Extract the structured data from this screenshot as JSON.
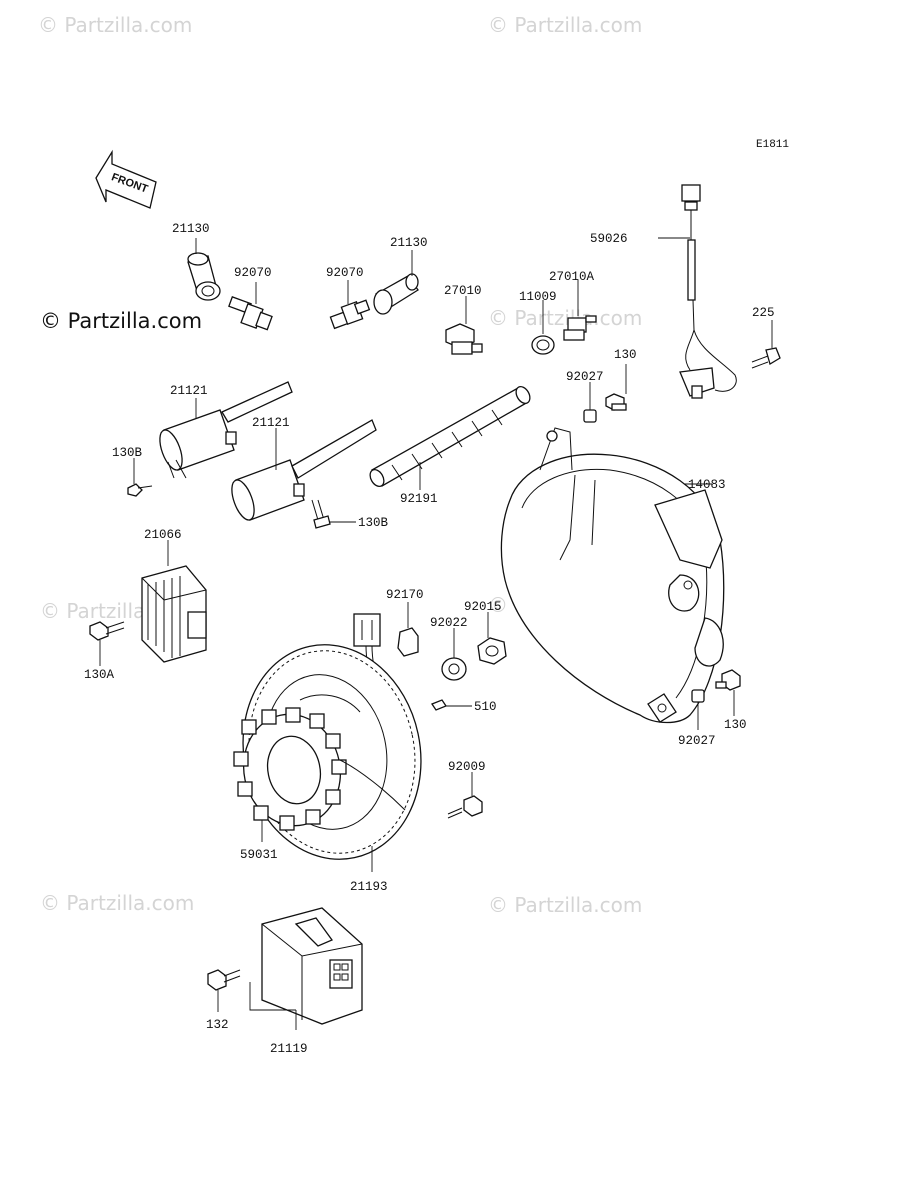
{
  "diagram_code": "E1811",
  "front_label": "FRONT",
  "watermark_text": "© Partzilla.com",
  "watermark_main_text": "© Partzilla.com",
  "watermark_color": "#d4d4d4",
  "part_labels": {
    "ignition_coil_cap_left": "21130",
    "ignition_coil_cap_mid": "21130",
    "spark_plug_left": "92070",
    "spark_plug_mid": "92070",
    "oil_pressure_switch": "27010",
    "oil_switch_washer": "11009",
    "water_temp_switch": "27010A",
    "pickup_coil_harness": "59026",
    "pickup_bolt": "225",
    "cover_bolt_top": "130",
    "cover_collar_top": "92027",
    "ignition_coil_upper": "21121",
    "ignition_coil_lower": "21121",
    "coil_bolt_upper": "130B",
    "coil_bolt_lower": "130B",
    "grommet_tube": "92191",
    "flywheel_cover": "14083",
    "regulator": "21066",
    "regulator_bolt": "130A",
    "connector_clamp": "92170",
    "flywheel_nut": "92015",
    "flywheel_washer": "92022",
    "woodruff_key": "510",
    "stator_bolt": "92009",
    "stator": "59031",
    "flywheel": "21193",
    "cover_collar_bottom": "92027",
    "cover_bolt_bottom": "130",
    "igniter_bolt": "132",
    "igniter": "21119"
  }
}
